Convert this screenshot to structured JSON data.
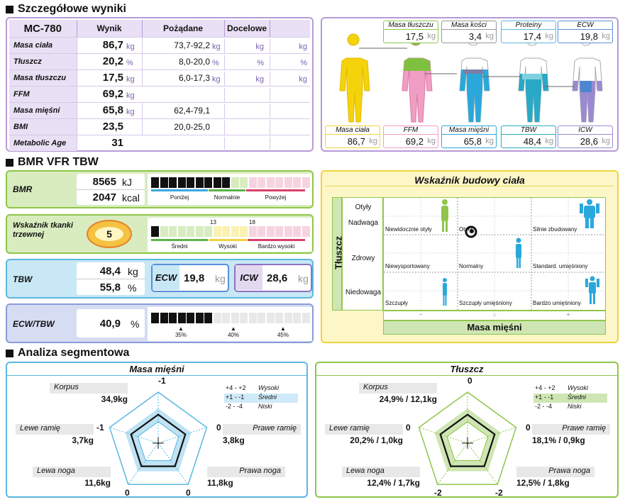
{
  "sections": {
    "detailed": "Szczegółowe wyniki",
    "bmr_vfr_tbw": "BMR VFR TBW",
    "segment": "Analiza segmentowa"
  },
  "results_table": {
    "model": "MC-780",
    "headers": [
      "Wynik",
      "Pożądane",
      "Docelowe"
    ],
    "rows": [
      {
        "label": "Masa ciała",
        "value": "86,7",
        "unit": "kg",
        "desired": "73,7-92,2",
        "desired_unit": "kg",
        "t1": "kg",
        "t2": "kg"
      },
      {
        "label": "Tłuszcz",
        "value": "20,2",
        "unit": "%",
        "desired": "8,0-20,0",
        "desired_unit": "%",
        "t1": "%",
        "t2": "%"
      },
      {
        "label": "Masa tłuszczu",
        "value": "17,5",
        "unit": "kg",
        "desired": "6,0-17,3",
        "desired_unit": "kg",
        "t1": "kg",
        "t2": "kg"
      },
      {
        "label": "FFM",
        "value": "69,2",
        "unit": "kg",
        "desired": "",
        "desired_unit": "",
        "t1": "",
        "t2": ""
      },
      {
        "label": "Masa mięśni",
        "value": "65,8",
        "unit": "kg",
        "desired": "62,4-79,1",
        "desired_unit": "",
        "t1": "",
        "t2": ""
      },
      {
        "label": "BMI",
        "value": "23,5",
        "unit": "",
        "desired": "20,0-25,0",
        "desired_unit": "",
        "t1": "",
        "t2": ""
      },
      {
        "label": "Metabolic Age",
        "value": "31",
        "unit": "",
        "desired": "",
        "desired_unit": "",
        "t1": "",
        "t2": ""
      }
    ]
  },
  "body_comp": {
    "top": [
      {
        "label": "Masa tłuszczu",
        "value": "17,5",
        "unit": "kg"
      },
      {
        "label": "Masa kości",
        "value": "3,4",
        "unit": "kg"
      },
      {
        "label": "Proteiny",
        "value": "17,4",
        "unit": "kg"
      },
      {
        "label": "ECW",
        "value": "19,8",
        "unit": "kg"
      }
    ],
    "bottom": [
      {
        "label": "Masa ciała",
        "value": "86,7",
        "unit": "kg"
      },
      {
        "label": "FFM",
        "value": "69,2",
        "unit": "kg"
      },
      {
        "label": "Masa mięśni",
        "value": "65,8",
        "unit": "kg"
      },
      {
        "label": "TBW",
        "value": "48,4",
        "unit": "kg"
      },
      {
        "label": "ICW",
        "value": "28,6",
        "unit": "kg"
      }
    ]
  },
  "bmr": {
    "label": "BMR",
    "kj": "8565",
    "kj_unit": "kJ",
    "kcal": "2047",
    "kcal_unit": "kcal",
    "scale": [
      "Poniżej",
      "Normalnie",
      "Powyżej"
    ]
  },
  "vfr": {
    "label": "Wskaźnik tkanki trzewnej",
    "value": "5",
    "ticks": [
      "13",
      "18"
    ],
    "scale": [
      "Średni",
      "Wysoki",
      "Bardzo wysoki"
    ]
  },
  "tbw": {
    "label": "TBW",
    "kg": "48,4",
    "kg_unit": "kg",
    "pct": "55,8",
    "pct_unit": "%",
    "ecw_label": "ECW",
    "ecw": "19,8",
    "ecw_unit": "kg",
    "icw_label": "ICW",
    "icw": "28,6",
    "icw_unit": "kg"
  },
  "ecw_tbw": {
    "label": "ECW/TBW",
    "value": "40,9",
    "unit": "%",
    "ticks": [
      "35%",
      "40%",
      "45%"
    ],
    "fill_fraction": 0.37
  },
  "body_type": {
    "title": "Wskaźnik budowy ciała",
    "y_axis": "Tłuszcz",
    "x_axis": "Masa mięśni",
    "rows": [
      "Otyły",
      "Nadwaga",
      "Zdrowy",
      "Niedowaga"
    ],
    "cells": [
      "Niewidocznie otyły",
      "Otyły",
      "Silnie zbudowany",
      "Niewysportowany",
      "Normalny",
      "Standard. umięśniony",
      "Szczupły",
      "Szczupły umięśniony",
      "Bardzo umięśniony"
    ],
    "x_marks": [
      "−",
      "○",
      "+"
    ],
    "marker_value": "0"
  },
  "segment_muscle": {
    "title": "Masa mięśni",
    "korpus_label": "Korpus",
    "korpus": "34,9kg",
    "left_arm_label": "Lewe ramię",
    "left_arm": "3,7kg",
    "right_arm_label": "Prawe ramię",
    "right_arm": "3,8kg",
    "left_leg_label": "Lewa noga",
    "left_leg": "11,6kg",
    "right_leg_label": "Prawa noga",
    "right_leg": "11,8kg",
    "scores": {
      "top": "-1",
      "left": "-1",
      "right": "0",
      "bl": "0",
      "br": "0"
    },
    "legend": [
      {
        "range": "+4 - +2",
        "label": "Wysoki"
      },
      {
        "range": "+1 - -1",
        "label": "Średni"
      },
      {
        "range": "-2 - -4",
        "label": "Niski"
      }
    ]
  },
  "segment_fat": {
    "title": "Tłuszcz",
    "korpus_label": "Korpus",
    "korpus": "24,9% / 12,1kg",
    "left_arm_label": "Lewe ramię",
    "left_arm": "20,2% / 1,0kg",
    "right_arm_label": "Prawe ramię",
    "right_arm": "18,1% / 0,9kg",
    "left_leg_label": "Lewa noga",
    "left_leg": "12,4% / 1,7kg",
    "right_leg_label": "Prawa noga",
    "right_leg": "12,5% / 1,8kg",
    "scores": {
      "top": "0",
      "left": "0",
      "right": "0",
      "bl": "-2",
      "br": "-2"
    },
    "legend": [
      {
        "range": "+4 - +2",
        "label": "Wysoki"
      },
      {
        "range": "+1 - -1",
        "label": "Średni"
      },
      {
        "range": "-2 - -4",
        "label": "Niski"
      }
    ]
  },
  "colors": {
    "purple": "#b79ad6",
    "green": "#8fc64a",
    "blue": "#5bb8e0",
    "yellow": "#f3d23c",
    "pink": "#e05a8a"
  }
}
